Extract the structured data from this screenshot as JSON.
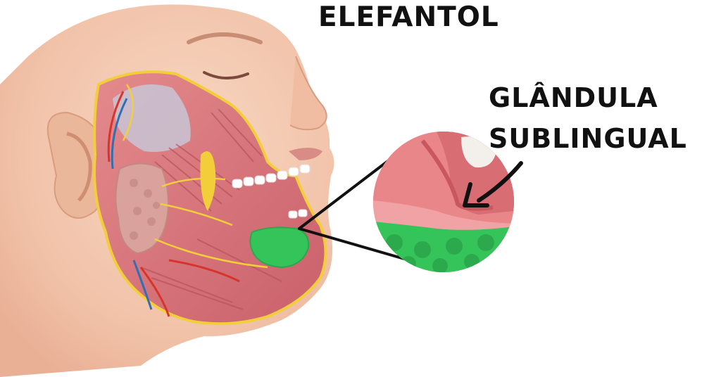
{
  "brand": "ELEFANTOL",
  "callout": {
    "line1": "GLÂNDULA",
    "line2": "SUBLINGUAL"
  },
  "colors": {
    "skin": "#f3c9b1",
    "muscle": "#d8757a",
    "gland_highlight": "#35c45a",
    "parotid": "#d9a29c",
    "nerve": "#f2cf3a",
    "artery": "#d8342b",
    "vein": "#2f6fb3",
    "outline": "#111111"
  },
  "icons": {
    "arrow": "curved-arrow-icon",
    "magnifier": "zoom-circle"
  }
}
